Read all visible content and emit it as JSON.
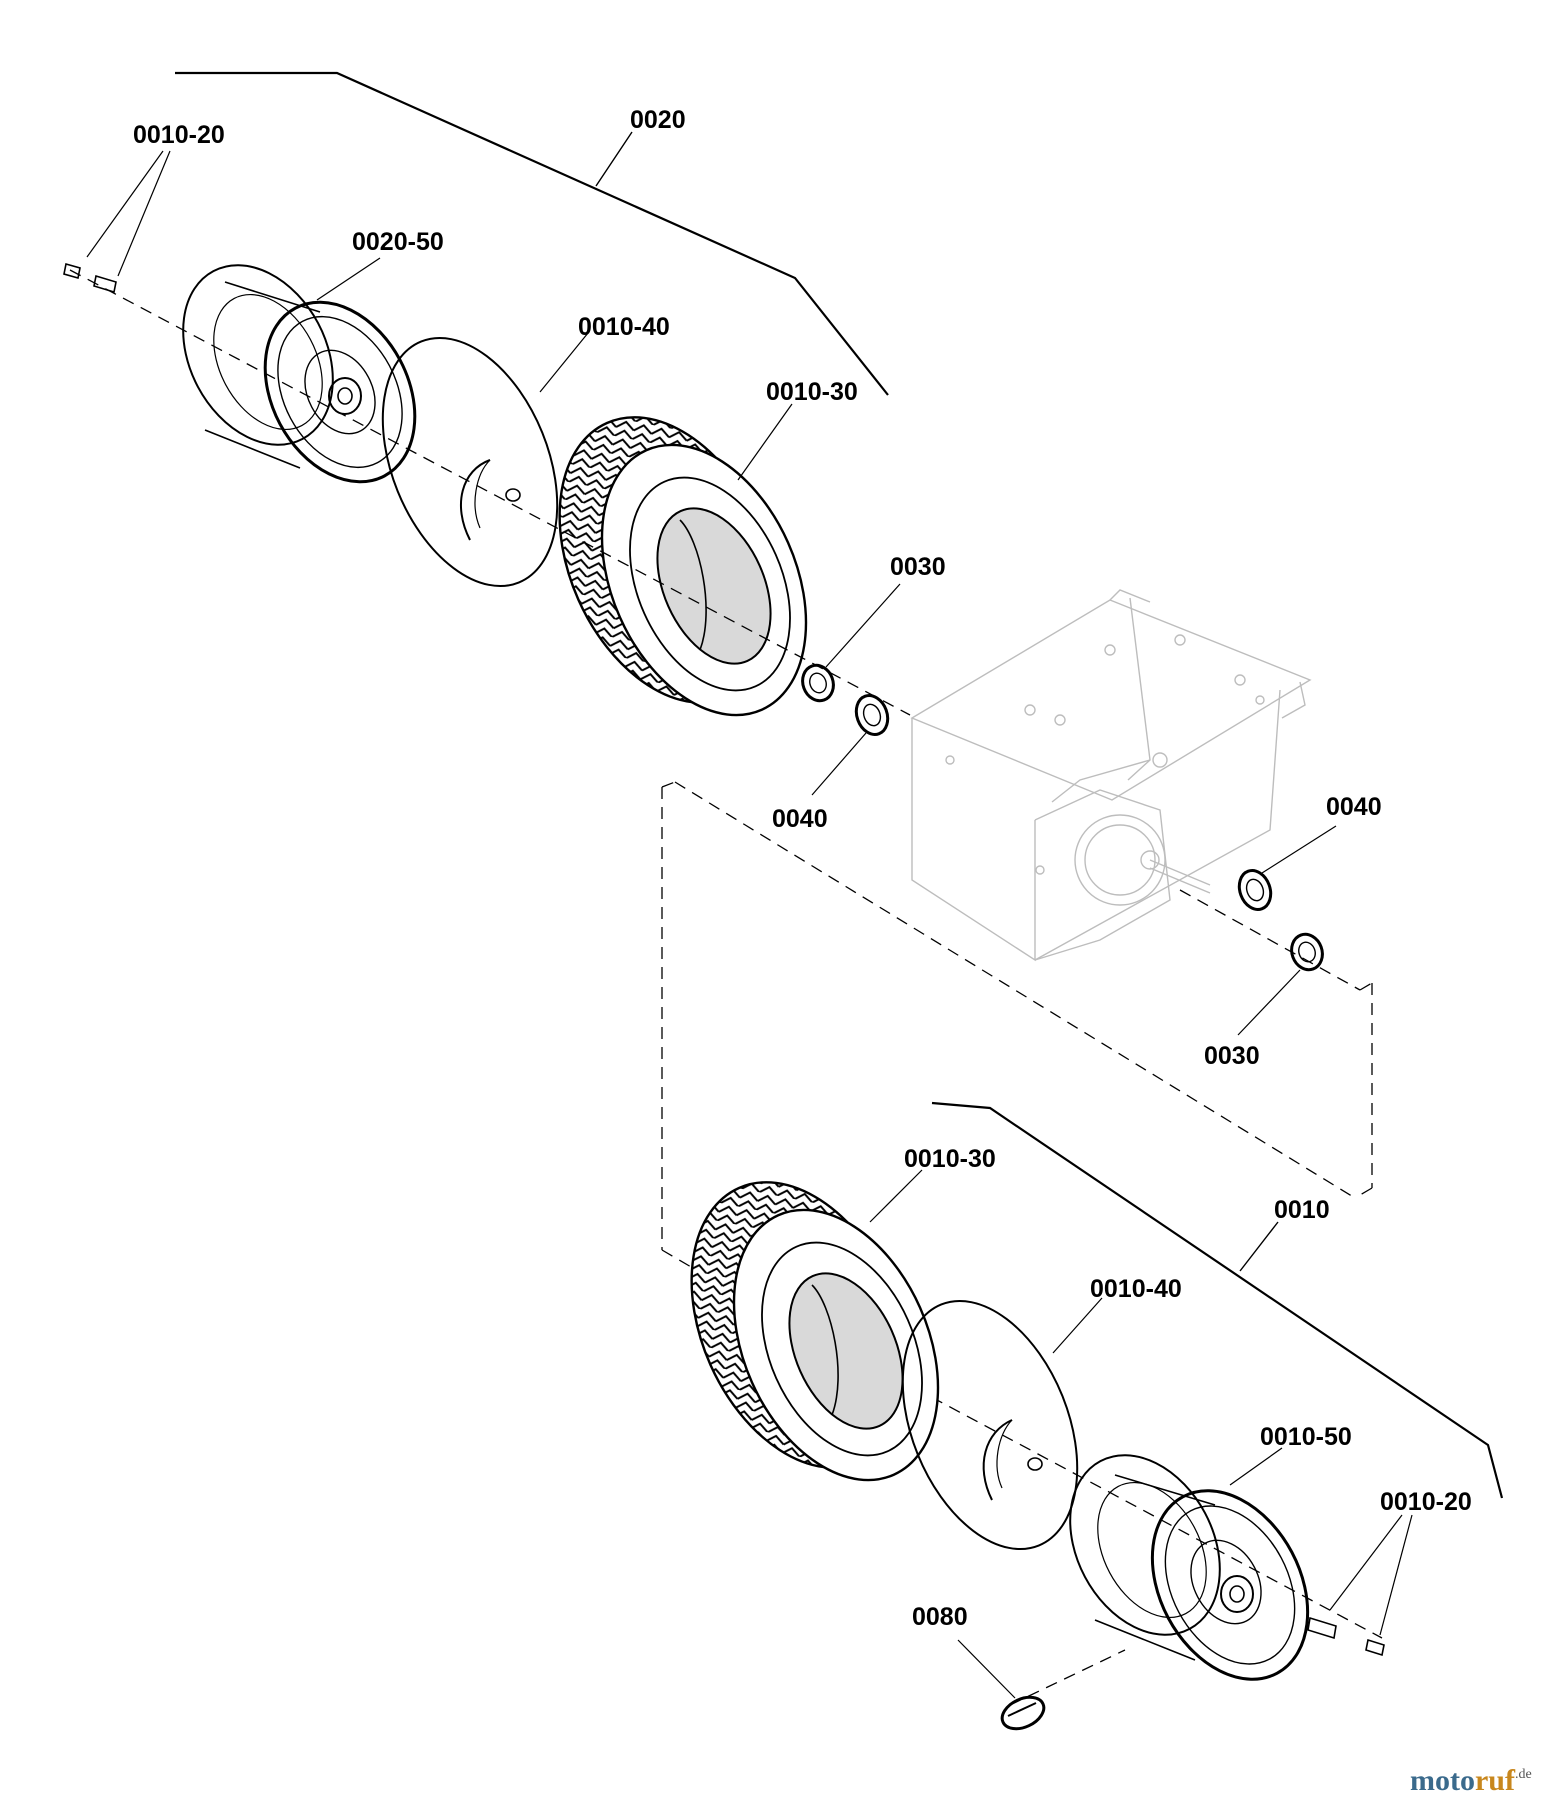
{
  "diagram": {
    "labels": {
      "p0010_20_upper": "0010-20",
      "p0020": "0020",
      "p0020_50": "0020-50",
      "p0010_40_upper": "0010-40",
      "p0010_30_upper": "0010-30",
      "p0030_upper": "0030",
      "p0040_upper": "0040",
      "p0040_right": "0040",
      "p0030_right": "0030",
      "p0010_30_lower": "0010-30",
      "p0010": "0010",
      "p0010_40_lower": "0010-40",
      "p0010_50": "0010-50",
      "p0010_20_lower": "0010-20",
      "p0080": "0080"
    }
  },
  "watermark": {
    "brand_part1": "moto",
    "brand_part2": "ruf",
    "suffix": ".de",
    "colors": {
      "part1": "#3a6a8c",
      "part2": "#c8871d",
      "suffix": "#555555"
    }
  }
}
